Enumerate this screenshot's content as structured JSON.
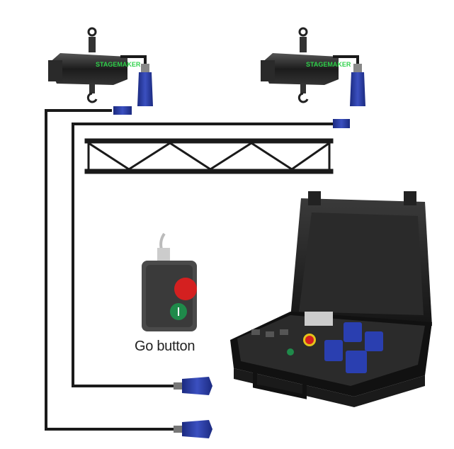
{
  "go_button": {
    "label": "Go button"
  },
  "hoists": [
    {
      "brand": "STAGEMAKER"
    },
    {
      "brand": "STAGEMAKER"
    }
  ],
  "colors": {
    "cable": "#1a1a1a",
    "connector_blue": "#2a3a9a",
    "hoist_logo_green": "#2fd14a",
    "estop_red": "#d42020",
    "go_green": "#1f8a4a"
  }
}
